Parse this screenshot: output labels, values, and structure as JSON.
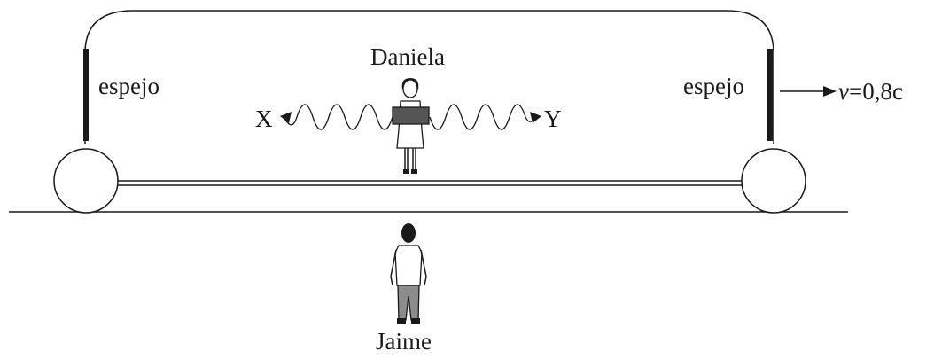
{
  "labels": {
    "observer_inside": "Daniela",
    "observer_outside": "Jaime",
    "mirror_left": "espejo",
    "mirror_right": "espejo",
    "direction_left": "X",
    "direction_right": "Y",
    "velocity_symbol": "v",
    "velocity_value": "=0,8c"
  }
}
